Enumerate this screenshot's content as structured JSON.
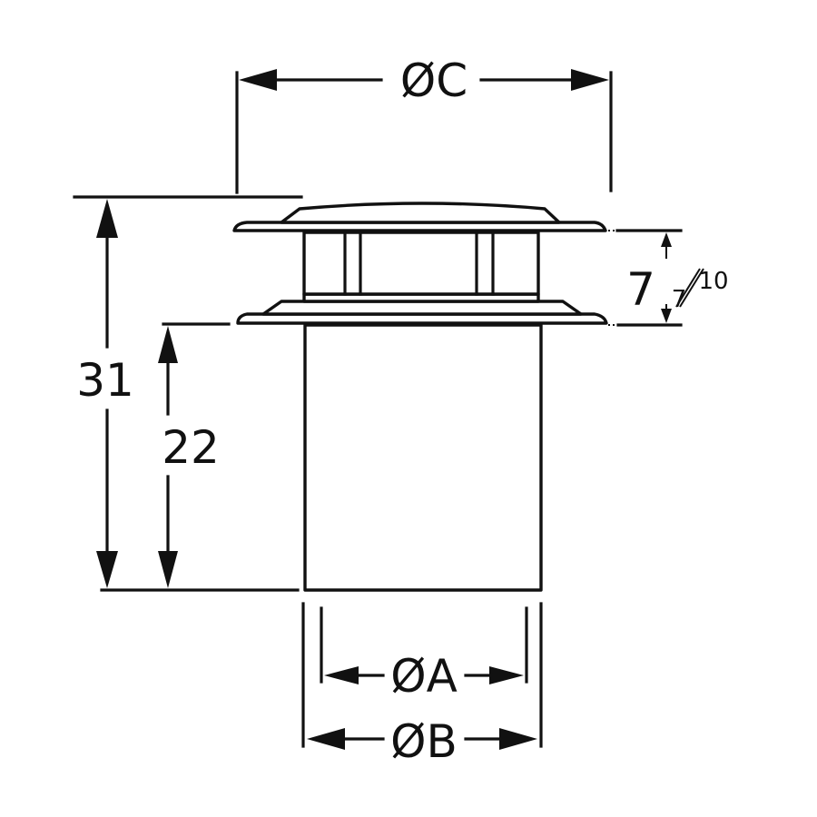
{
  "diagram": {
    "type": "dimension-drawing",
    "subject": "round vent / outlet with top cap and cylindrical body",
    "colors": {
      "line": "#111111",
      "background": "#ffffff"
    },
    "dimensions": {
      "diameter_c": {
        "label": "ØC",
        "orientation": "horizontal",
        "measures": "cap outer diameter"
      },
      "total_height": {
        "label": "31",
        "orientation": "vertical",
        "measures": "overall height"
      },
      "body_height": {
        "label": "22",
        "orientation": "vertical",
        "measures": "cylinder body height"
      },
      "cap_gap": {
        "label": "7",
        "fraction": {
          "numerator": "7",
          "denominator": "10"
        },
        "orientation": "vertical",
        "measures": "cap height between flanges"
      },
      "diameter_a": {
        "label": "ØA",
        "orientation": "horizontal",
        "measures": "inner diameter"
      },
      "diameter_b": {
        "label": "ØB",
        "orientation": "horizontal",
        "measures": "outer diameter of body"
      }
    }
  }
}
